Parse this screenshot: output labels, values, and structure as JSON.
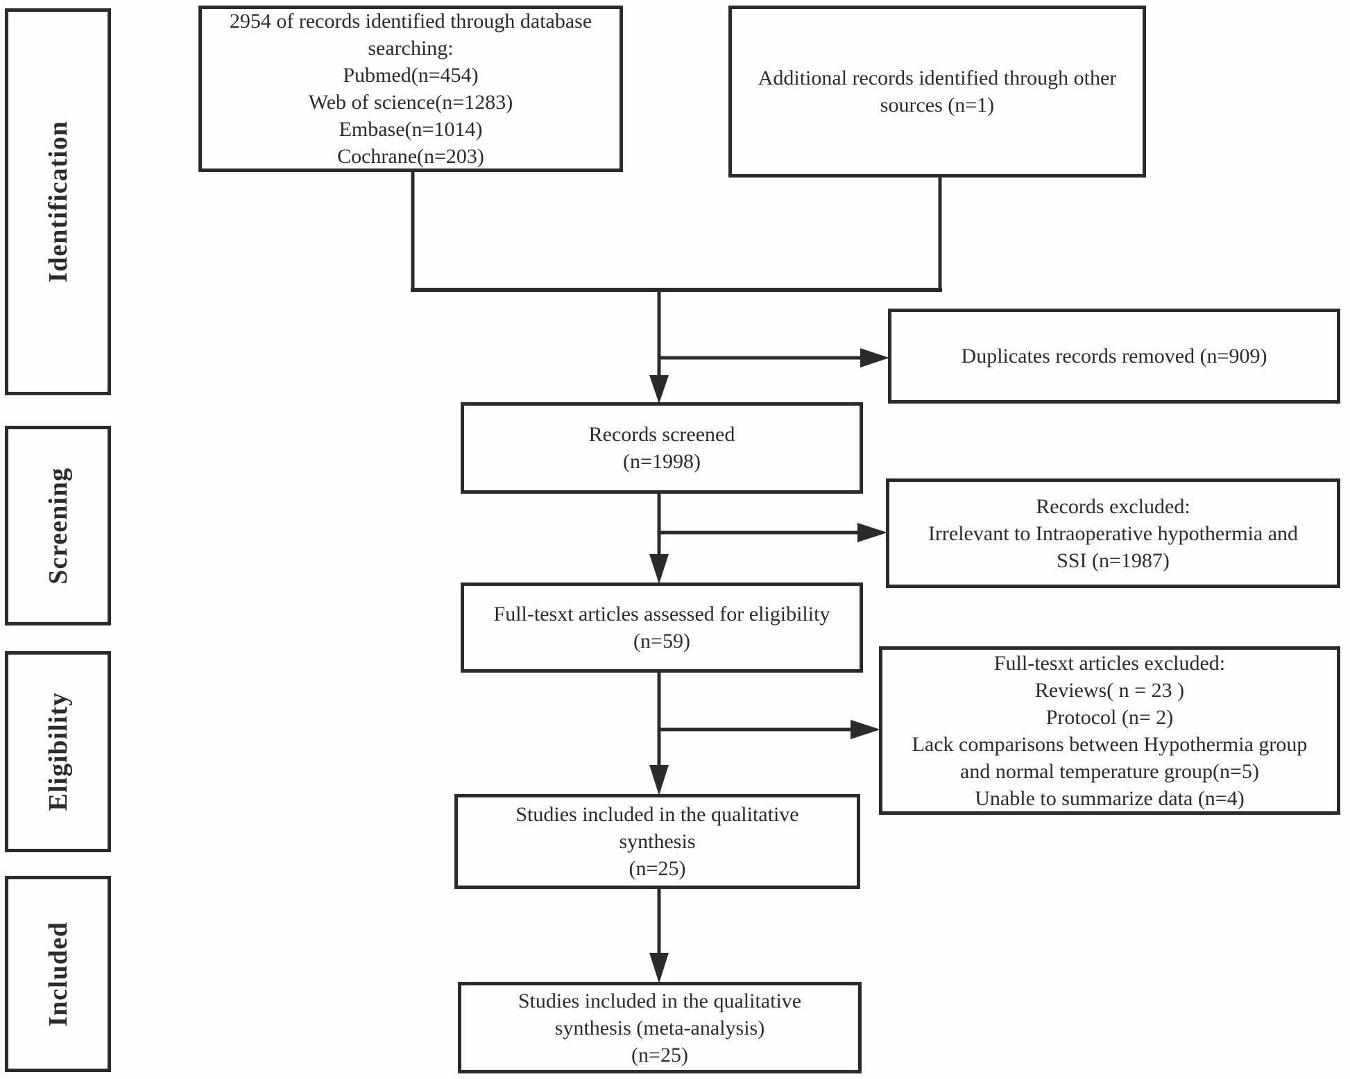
{
  "stages": {
    "identification": "Identification",
    "screening": "Screening",
    "eligibility": "Eligibility",
    "included": "Included"
  },
  "boxes": {
    "records_identified": "2954 of records identified through database\nsearching:\nPubmed(n=454)\nWeb of science(n=1283)\nEmbase(n=1014)\nCochrane(n=203)",
    "additional_records": "Additional records identified through other\nsources (n=1)",
    "duplicates_removed": "Duplicates records removed (n=909)",
    "records_screened": "Records screened\n(n=1998)",
    "records_excluded": "Records excluded:\nIrrelevant to Intraoperative hypothermia and\nSSI (n=1987)",
    "fulltext_assessed": "Full-tesxt articles assessed for eligibility\n(n=59)",
    "fulltext_excluded": "Full-tesxt articles excluded:\nReviews( n = 23 )\nProtocol (n= 2)\nLack comparisons between Hypothermia group\nand normal temperature group(n=5)\nUnable to summarize data (n=4)",
    "qualitative_synthesis": "Studies included in the qualitative\nsynthesis\n(n=25)",
    "meta_analysis": "Studies included in the qualitative\nsynthesis (meta-analysis)\n(n=25)"
  },
  "colors": {
    "ink": "#2b2b2b",
    "background": "#fefefe"
  }
}
